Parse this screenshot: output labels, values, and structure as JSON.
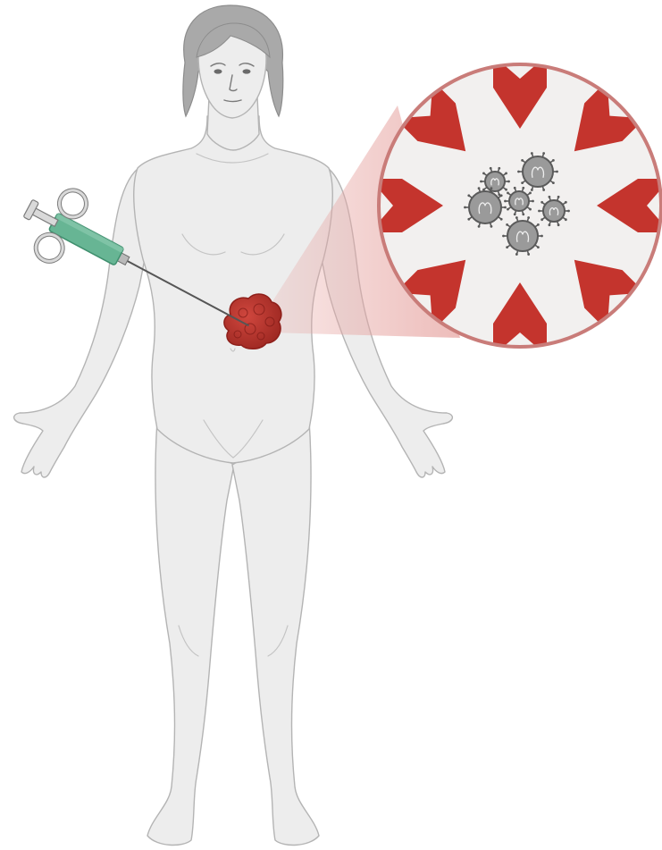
{
  "figure": {
    "background": "#ffffff",
    "colors": {
      "skin": "#ededed",
      "skin_outline": "#b4b4b4",
      "hair": "#a9a9a9",
      "hair_outline": "#8c8c8c",
      "tumor": "#b8322a",
      "tumor_dark": "#8e1f1a",
      "syringe_barrel": "#67b594",
      "syringe_dark": "#3f8f6e",
      "syringe_metal": "#d9d9d9",
      "zoom_circle_fill": "#f2f0ef",
      "zoom_circle_border": "#c97c79",
      "zoom_cone": "#e7a6a3",
      "arrow": "#c4342d",
      "virus_fill": "#9a9a9a",
      "virus_outline": "#5a5a5a"
    },
    "elements": {
      "person": "human-body-figure",
      "syringe": "syringe-icon",
      "tumor": "tumor-mass",
      "zoom": "magnified-tumor-view",
      "arrows": "inward-arrow-icons",
      "viruses": "virus-particle-icons"
    },
    "arrow_count": 8,
    "virus_count": 6
  }
}
